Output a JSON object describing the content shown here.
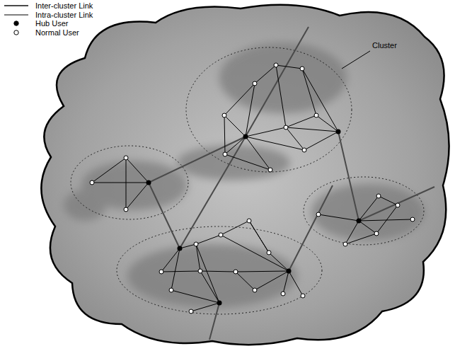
{
  "diagram": {
    "labels": [
      "Cluster"
    ],
    "legend": [
      {
        "text": "Inter-cluster Link"
      },
      {
        "text": "Intra-cluster Link"
      },
      {
        "text": "Hub User"
      },
      {
        "text": "Normal User"
      }
    ]
  }
}
